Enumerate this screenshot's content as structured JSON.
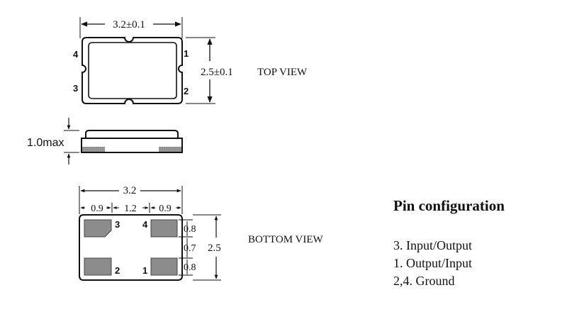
{
  "top_view": {
    "width_dim": "3.2±0.1",
    "height_dim": "2.5±0.1",
    "label": "TOP VIEW",
    "pins": {
      "p4": "4",
      "p1": "1",
      "p3": "3",
      "p2": "2"
    }
  },
  "side_view": {
    "height_dim": "1.0max"
  },
  "bottom_view": {
    "width_dim": "3.2",
    "seg_left": "0.9",
    "seg_mid": "1.2",
    "seg_right": "0.9",
    "height_dim": "2.5",
    "seg_top": "0.8",
    "seg_center": "0.7",
    "seg_bottom": "0.8",
    "label": "BOTTOM VIEW",
    "pins": {
      "p3": "3",
      "p4": "4",
      "p2": "2",
      "p1": "1"
    }
  },
  "pin_configuration": {
    "title": "Pin configuration",
    "items": [
      "3. Input/Output",
      "1. Output/Input",
      "2,4. Ground"
    ]
  },
  "colors": {
    "line": "#111111",
    "pad": "#8c8c8c"
  }
}
